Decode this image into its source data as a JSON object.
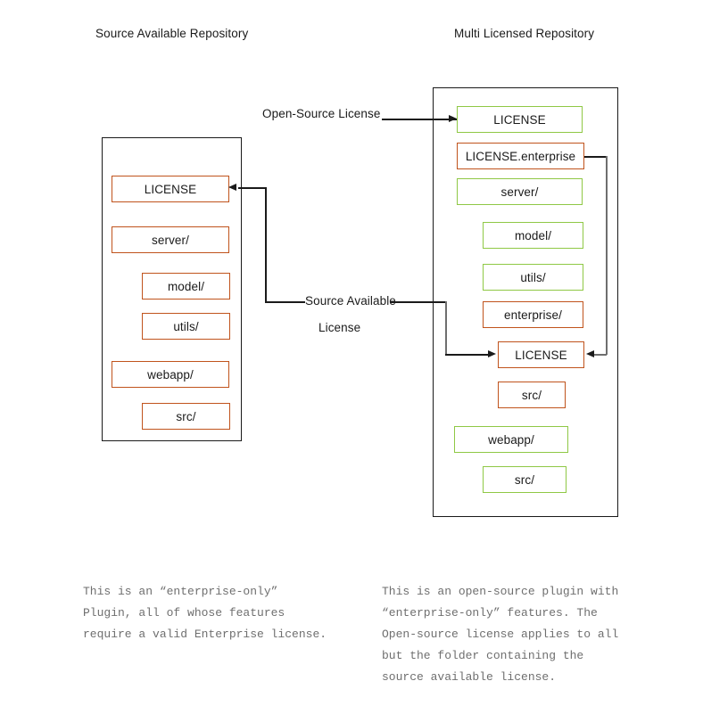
{
  "headers": {
    "left": "Source Available Repository",
    "right": "Multi Licensed Repository"
  },
  "colors": {
    "enterprise": "#c0531c",
    "open_source": "#8fc845",
    "frame": "#1a1a1a",
    "connector": "#1a1a1a",
    "connector_alt": "#6e6e6e",
    "caption_text": "#6f6f6f"
  },
  "left_repo": {
    "nodes": [
      {
        "label": "LICENSE",
        "license": "enterprise",
        "indent": 0
      },
      {
        "label": "server/",
        "license": "enterprise",
        "indent": 0
      },
      {
        "label": "model/",
        "license": "enterprise",
        "indent": 1
      },
      {
        "label": "utils/",
        "license": "enterprise",
        "indent": 1
      },
      {
        "label": "webapp/",
        "license": "enterprise",
        "indent": 0
      },
      {
        "label": "src/",
        "license": "enterprise",
        "indent": 1
      }
    ]
  },
  "right_repo": {
    "nodes": [
      {
        "label": "LICENSE",
        "license": "open_source",
        "indent": 0
      },
      {
        "label": "LICENSE.enterprise",
        "license": "enterprise",
        "indent": 0
      },
      {
        "label": "server/",
        "license": "open_source",
        "indent": 0
      },
      {
        "label": "model/",
        "license": "open_source",
        "indent": 1
      },
      {
        "label": "utils/",
        "license": "open_source",
        "indent": 1
      },
      {
        "label": "enterprise/",
        "license": "enterprise",
        "indent": 1
      },
      {
        "label": "LICENSE",
        "license": "enterprise",
        "indent": 1
      },
      {
        "label": "src/",
        "license": "enterprise",
        "indent": 1
      },
      {
        "label": "webapp/",
        "license": "open_source",
        "indent": 0
      },
      {
        "label": "src/",
        "license": "open_source",
        "indent": 1
      }
    ]
  },
  "edge_labels": {
    "open_source": "Open-Source License",
    "source_available_line1": "Source Available",
    "source_available_line2": "License"
  },
  "captions": {
    "left": "This is an “enterprise-only”\nPlugin, all of whose features\nrequire a valid Enterprise license.",
    "right": "This is an open-source plugin with\n“enterprise-only” features. The\nOpen-source license applies to all\nbut the folder containing the\nsource available license."
  }
}
